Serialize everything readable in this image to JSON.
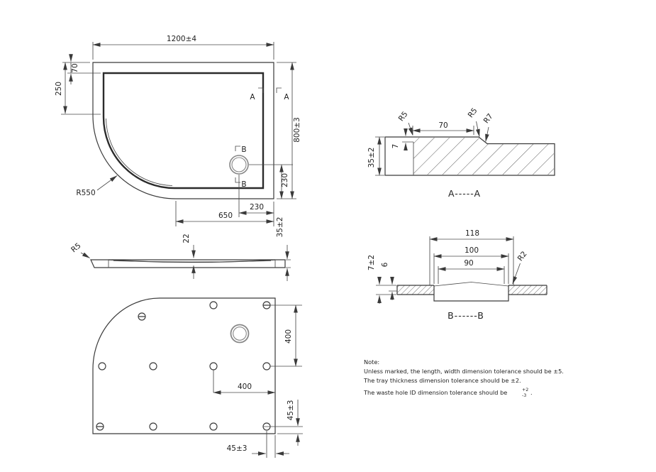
{
  "colors": {
    "line": "#3a3a3a",
    "text": "#1f1f1f",
    "waste_hole": "#878787",
    "background": "#ffffff"
  },
  "plan_view": {
    "dim_width": "1200±4",
    "dim_rim": "70",
    "dim_corner": "250",
    "dim_height": "800±3",
    "dim_waste_right": "230",
    "dim_waste_bottom": "230",
    "dim_flat_bottom": "650",
    "dim_radius": "R550",
    "section_a_label": "A",
    "section_b_label": "B"
  },
  "side_view": {
    "dim_depth": "22",
    "dim_thickness": "35±2",
    "dim_edge_radius": "R5"
  },
  "section_aa": {
    "title": "A-----A",
    "dim_thickness": "35±2",
    "dim_step": "7",
    "dim_flat": "70",
    "dim_r_left": "R5",
    "dim_r_right": "R5",
    "dim_r_notch": "R7"
  },
  "section_bb": {
    "title": "B------B",
    "dim_outer": "118",
    "dim_mid": "100",
    "dim_inner": "90",
    "dim_depth": "7±2",
    "dim_recess": "6",
    "dim_radius": "R2"
  },
  "bottom_view": {
    "dim_row_spacing": "400",
    "dim_col_spacing": "400",
    "dim_edge_right": "45±3",
    "dim_edge_bottom": "45±3"
  },
  "note": {
    "heading": "Note:",
    "line1": "Unless marked, the length, width dimension tolerance should be ±5.",
    "line2": "The tray thickness dimension tolerance should be ±2.",
    "line3": "The waste hole ID dimension tolerance should be",
    "tol_sup": "+2",
    "tol_sub": "-3",
    "line3_end": "."
  }
}
